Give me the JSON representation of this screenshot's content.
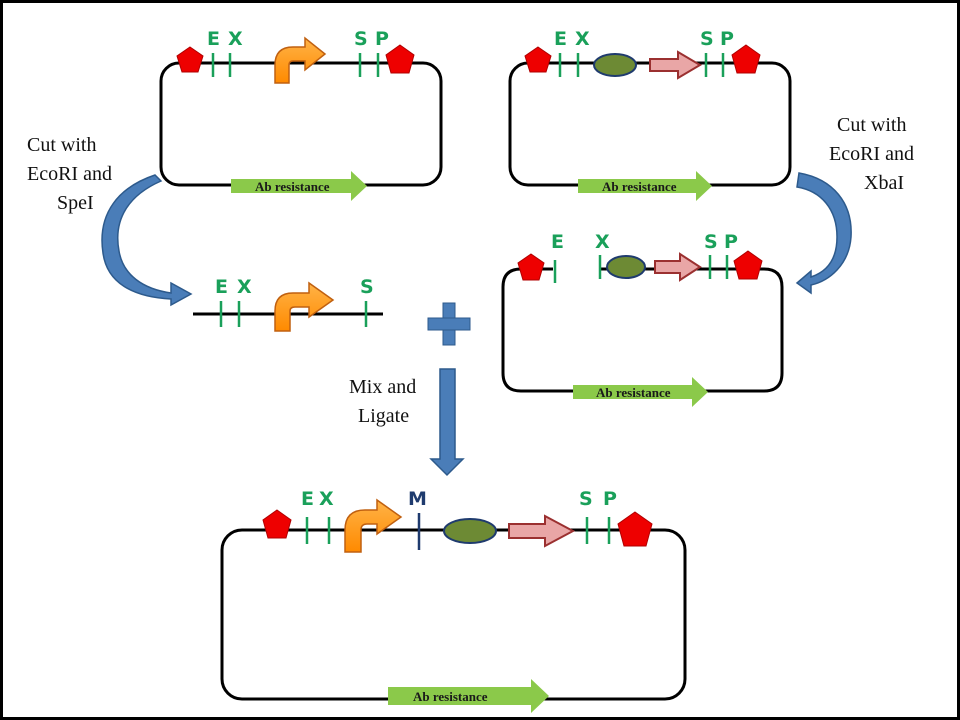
{
  "sites": {
    "e": "E",
    "x": "X",
    "s": "S",
    "p": "P",
    "m": "M"
  },
  "resistance_label": "Ab resistance",
  "steps": {
    "cut_left": [
      "Cut with",
      "EcoRI and",
      "SpeI"
    ],
    "cut_right": [
      "Cut with",
      "EcoRI and",
      "XbaI"
    ],
    "mix": [
      "Mix and",
      "Ligate"
    ]
  },
  "colors": {
    "restriction_site": "#1aa05a",
    "mixed_site": "#1f3b6e",
    "pentagon": "#ee0000",
    "promoter": "#ff9a1a",
    "rbs": "#6d8a34",
    "coding_sequence": "#e9a6a6",
    "resistance_gene": "#8bc94a",
    "process_arrow": "#4a7db8"
  },
  "icons": [
    "pentagon-icon",
    "promoter-arrow-icon",
    "rbs-oval-icon",
    "coding-arrow-icon",
    "plus-icon"
  ]
}
